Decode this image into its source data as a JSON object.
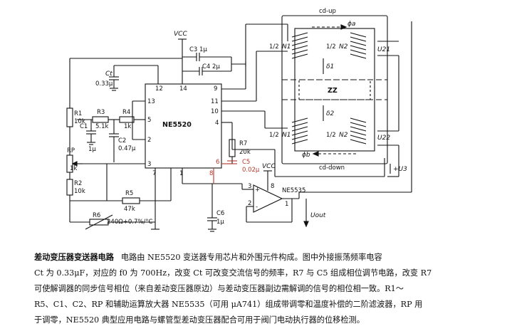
{
  "core": {
    "top_label": "cd-up",
    "bottom_label": "cd-down",
    "center_label": "ZZ",
    "phi_a": "ϕa",
    "phi_b": "ϕb",
    "delta1": "δ1",
    "delta2": "δ2",
    "half": "1/2",
    "n1": "N1",
    "n2": "N2",
    "u21": "U21",
    "u22": "U22",
    "u3": "+U3"
  },
  "ic": {
    "name": "NE5520",
    "pins": {
      "p1": "1",
      "p2": "2",
      "p3": "3",
      "p4": "4",
      "p5": "5",
      "p6": "6",
      "p7": "7",
      "p8": "8",
      "p9": "9",
      "p10": "10",
      "p11": "11",
      "p12": "12",
      "p13": "13",
      "p14": "14"
    }
  },
  "opamp": {
    "name": "NE5535",
    "pin8": "8",
    "pin3": "3",
    "pin2": "2",
    "pin1": "1",
    "plus": "+",
    "minus": "-"
  },
  "power": {
    "vcc1": "VCC",
    "vcc2": "VCC",
    "uout": "Uout"
  },
  "components": {
    "c3": "C3 1μ",
    "c4": "C4 2μ",
    "ct": "Ct",
    "ct_val": "0.33μ",
    "r1": "R1",
    "r1_val": "10k",
    "r3": "R3",
    "r3_val": "5.1k",
    "r4": "R4",
    "r4_val": "1k",
    "c1": "C1",
    "c1_val": "1μ",
    "c2": "C2",
    "c2_val": "0.47μ",
    "rp": "RP",
    "rp_val": "1k",
    "r2": "R2",
    "r2_val": "10k",
    "r5": "R5",
    "r5_val": "47k",
    "r6": "R6",
    "r6_val": "240Ω+0.7%/°C",
    "r7": "R7",
    "r7_val": "20k",
    "c5": "C5",
    "c5_val": "0.02μ",
    "c6": "C6",
    "c6_val": "1μ"
  },
  "caption": {
    "title": "差动变压器变送器电路",
    "lines": [
      "电路由 NE5520 变送器专用芯片和外围元件构成。图中外接振荡频率电容",
      "Ct 为 0.33μF，对应的 f0 为 700Hz，改变 Ct 可改变交流信号的频率，R7 与 C5 组成相位调节电路，改变 R7",
      "可使解调器的同步信号相位（来自差动变压器原边）与差动变压器副边需解调的信号的相位相一致。R1～",
      "R5、C1、C2、RP 和辅助运算放大器 NE5535（可用 μA741）组成带调零和温度补偿的二阶滤波器，RP 用",
      "于调零，NE5520 典型应用电路与螺管型差动变压器配合可用于阀门电动执行器的位移检测。"
    ]
  }
}
